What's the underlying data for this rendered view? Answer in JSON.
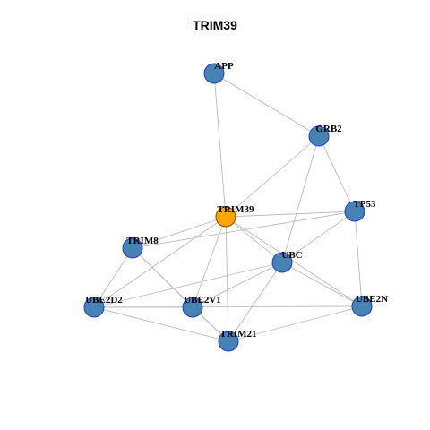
{
  "title": "TRIM39",
  "colors": {
    "node_fill": "#4682b4",
    "node_stroke": "#1e3cc8",
    "highlight_fill": "#ffa500",
    "highlight_stroke": "#7a4a00",
    "edge": "#b4b4b4"
  },
  "nodes": [
    {
      "id": "APP",
      "label": "APP",
      "highlight": false
    },
    {
      "id": "GRB2",
      "label": "GRB2",
      "highlight": false
    },
    {
      "id": "TRIM39",
      "label": "TRIM39",
      "highlight": true
    },
    {
      "id": "TP53",
      "label": "TP53",
      "highlight": false
    },
    {
      "id": "TRIM8",
      "label": "TRIM8",
      "highlight": false
    },
    {
      "id": "UBC",
      "label": "UBC",
      "highlight": false
    },
    {
      "id": "UBE2D2",
      "label": "UBE2D2",
      "highlight": false
    },
    {
      "id": "UBE2V1",
      "label": "UBE2V1",
      "highlight": false
    },
    {
      "id": "UBE2N",
      "label": "UBE2N",
      "highlight": false
    },
    {
      "id": "TRIM21",
      "label": "TRIM21",
      "highlight": false
    }
  ],
  "edges": [
    [
      "APP",
      "GRB2"
    ],
    [
      "APP",
      "TRIM39"
    ],
    [
      "GRB2",
      "TRIM39"
    ],
    [
      "GRB2",
      "TP53"
    ],
    [
      "GRB2",
      "UBC"
    ],
    [
      "TRIM39",
      "TP53"
    ],
    [
      "TRIM39",
      "TRIM8"
    ],
    [
      "TRIM39",
      "UBC"
    ],
    [
      "TRIM39",
      "UBE2D2"
    ],
    [
      "TRIM39",
      "UBE2V1"
    ],
    [
      "TRIM39",
      "UBE2N"
    ],
    [
      "TRIM39",
      "TRIM21"
    ],
    [
      "TRIM8",
      "TP53"
    ],
    [
      "TRIM8",
      "UBE2D2"
    ],
    [
      "TRIM8",
      "UBE2V1"
    ],
    [
      "TRIM8",
      "TRIM21"
    ],
    [
      "TP53",
      "UBC"
    ],
    [
      "TP53",
      "UBE2N"
    ],
    [
      "UBC",
      "UBE2D2"
    ],
    [
      "UBC",
      "UBE2V1"
    ],
    [
      "UBC",
      "UBE2N"
    ],
    [
      "UBC",
      "TRIM21"
    ],
    [
      "UBE2D2",
      "UBE2V1"
    ],
    [
      "UBE2D2",
      "TRIM21"
    ],
    [
      "UBE2D2",
      "UBE2N"
    ],
    [
      "UBE2V1",
      "TRIM21"
    ],
    [
      "UBE2N",
      "TRIM21"
    ]
  ]
}
